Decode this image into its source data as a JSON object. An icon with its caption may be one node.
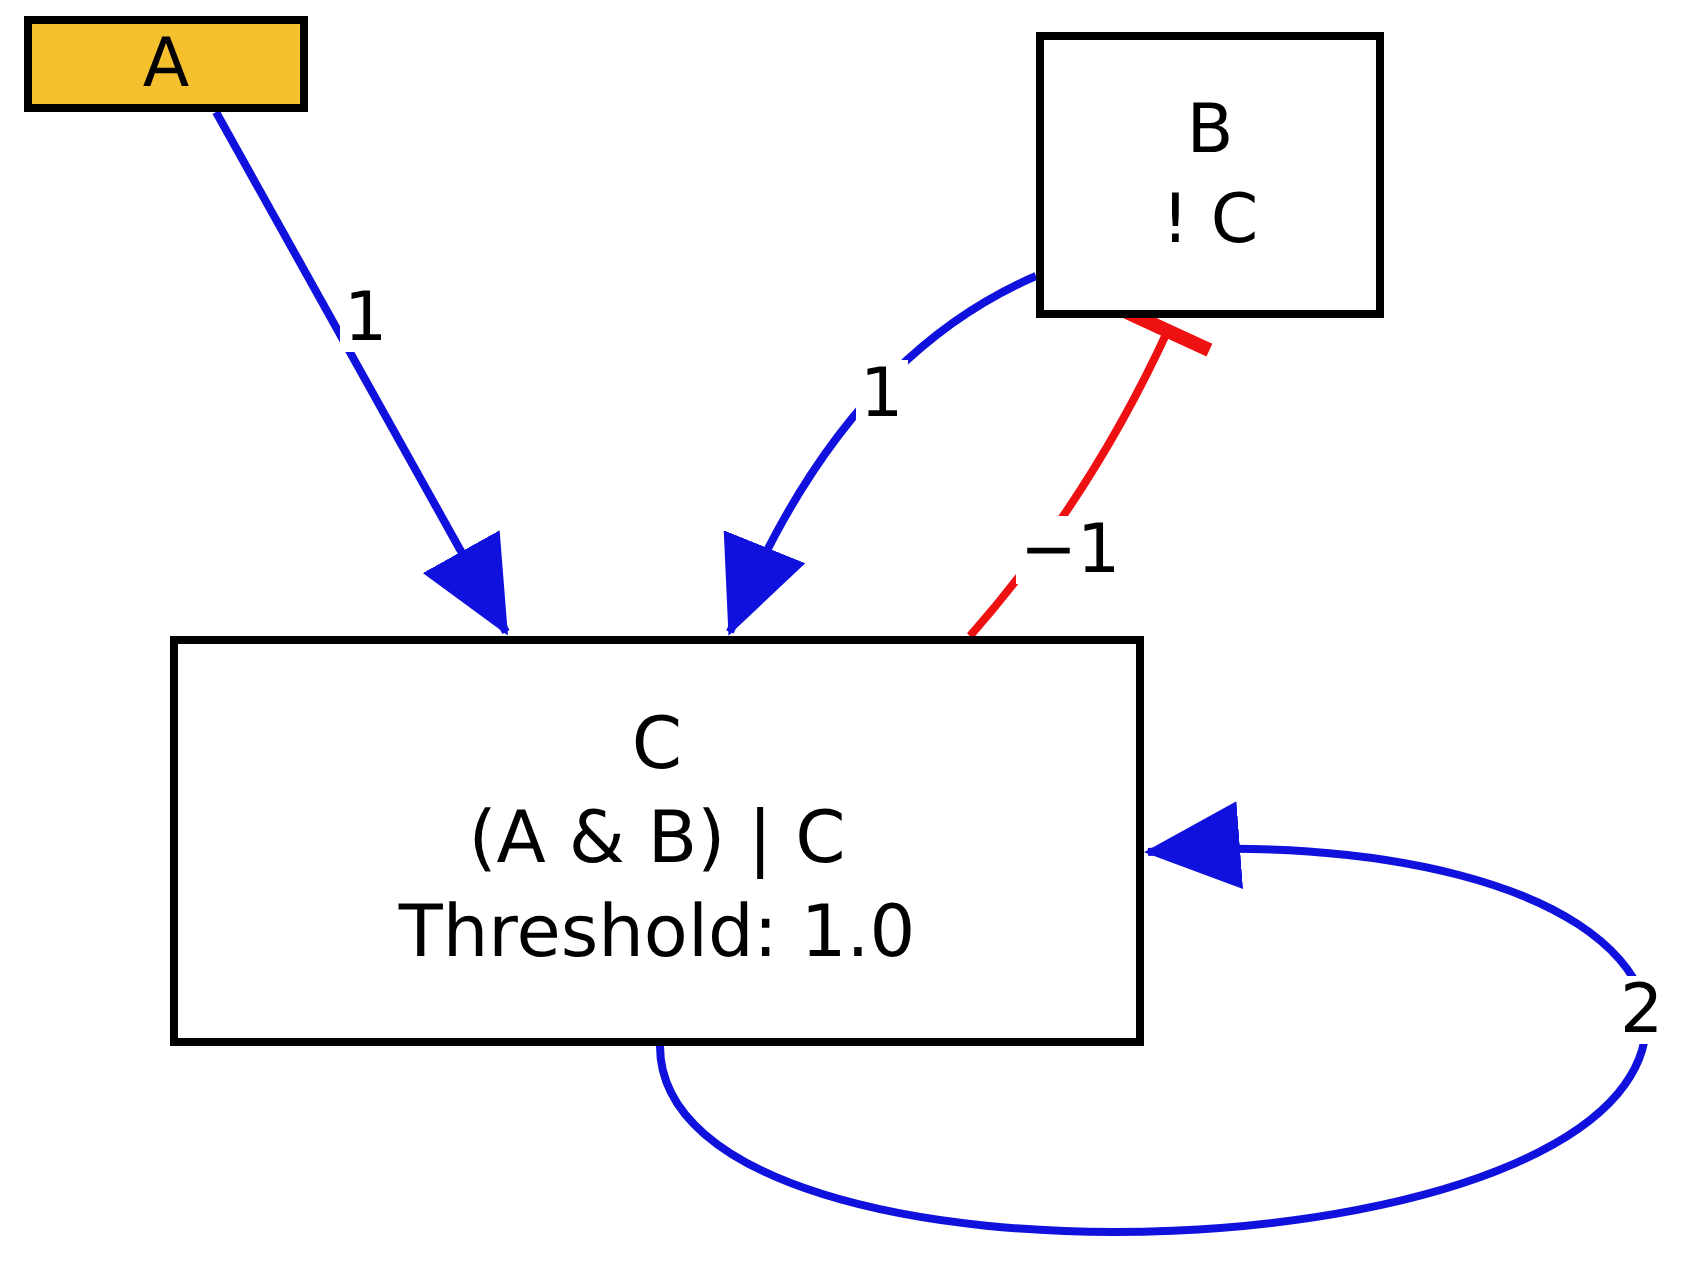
{
  "diagram": {
    "nodes": [
      {
        "text": [
          "A"
        ]
      },
      {
        "text": [
          "B",
          "! C"
        ]
      },
      {
        "text": [
          "C",
          "(A & B) | C",
          "Threshold: 1.0"
        ]
      }
    ],
    "edges": [
      {
        "from": 0,
        "to": 2,
        "arrow": "to",
        "label": "1"
      },
      {
        "from": 1,
        "to": 2,
        "arrow": "to",
        "label": "1"
      },
      {
        "from": 2,
        "to": 1,
        "arrow": "other",
        "label": "−1",
        "color": "#ee1111"
      },
      {
        "from": 2,
        "to": 2,
        "arrow": "to",
        "label": "2"
      }
    ]
  }
}
